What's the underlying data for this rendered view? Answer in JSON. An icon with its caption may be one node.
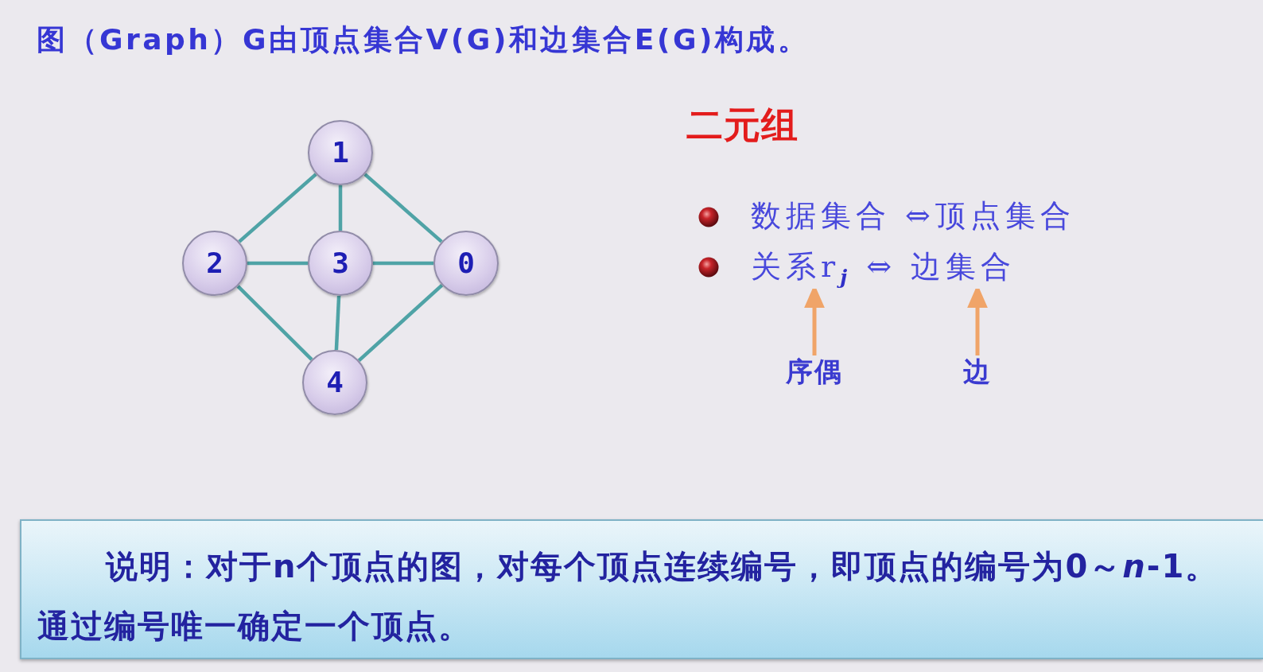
{
  "diagram": {
    "title": "**图**（Graph）G由顶点集合V(G)和边集合E(G)构成。",
    "nodes": [
      {
        "text": [
          "1"
        ]
      },
      {
        "text": [
          "2"
        ]
      },
      {
        "text": [
          "3"
        ]
      },
      {
        "text": [
          "0"
        ]
      },
      {
        "text": [
          "4"
        ]
      },
      {
        "text": [
          "关系r$_{j}$ ⇔ 边集合"
        ]
      },
      {
        "text": [
          "序偶"
        ]
      },
      {
        "text": [
          "边"
        ]
      },
      {
        "text": [
          "**说明：**对于n个顶点的图，对每个顶点连续编号，即顶点的编号为0～*n*-1。通过编号唯一确定一个顶点。"
        ]
      }
    ],
    "edges": [
      {
        "from": 0,
        "to": 1,
        "arrow": "none"
      },
      {
        "from": 0,
        "to": 2,
        "arrow": "none"
      },
      {
        "from": 0,
        "to": 3,
        "arrow": "none"
      },
      {
        "from": 1,
        "to": 2,
        "arrow": "none"
      },
      {
        "from": 2,
        "to": 3,
        "arrow": "none"
      },
      {
        "from": 1,
        "to": 4,
        "arrow": "none"
      },
      {
        "from": 2,
        "to": 4,
        "arrow": "none"
      },
      {
        "from": 3,
        "to": 4,
        "arrow": "none"
      },
      {
        "from": 6,
        "to": 5,
        "arrow": "to",
        "color": "#f0a468"
      },
      {
        "from": 7,
        "to": 5,
        "arrow": "to",
        "color": "#f0a468"
      }
    ],
    "labels": [
      "二元组",
      "数据集合 ⇔顶点集合"
    ]
  }
}
